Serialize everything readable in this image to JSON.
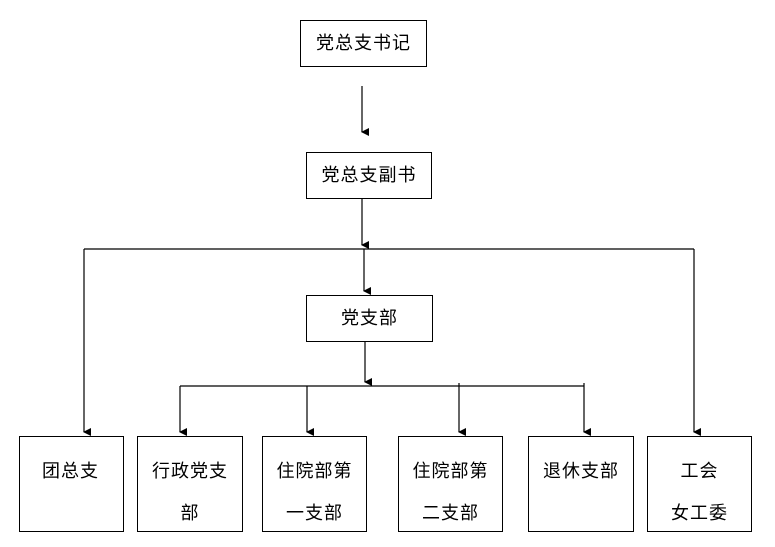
{
  "org_chart": {
    "top": "党总支书记",
    "deputy": "党总支副书",
    "branch": "党支部",
    "children": [
      {
        "label": "团总支"
      },
      {
        "label": "行政党支\n部"
      },
      {
        "label": "住院部第\n一支部"
      },
      {
        "label": "住院部第\n二支部"
      },
      {
        "label": "退休支部"
      },
      {
        "label": "工会\n女工委"
      }
    ]
  }
}
